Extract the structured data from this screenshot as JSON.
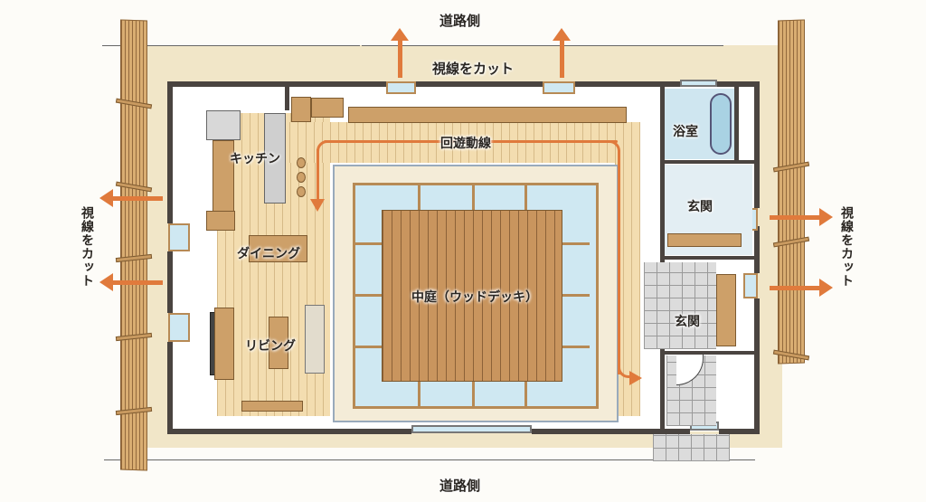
{
  "diagram": {
    "type": "floor-plan",
    "labels": {
      "road_side_top": "道路側",
      "road_side_bottom": "道路側",
      "cut_sightline_top": "視線をカット",
      "cut_sightline_left": "視線をカット",
      "cut_sightline_right": "視線をカット",
      "circulation": "回遊動線",
      "kitchen": "キッチン",
      "dining": "ダイニング",
      "living": "リビング",
      "courtyard": "中庭（ウッドデッキ）",
      "bathroom": "浴室",
      "entrance_upper": "玄関",
      "entrance_lower": "玄関"
    },
    "colors": {
      "arrow": "#e07a3c",
      "wall": "#4a4440",
      "wood_floor": "#f3ddb0",
      "deck": "#c9955e",
      "glass": "#cfe8f2",
      "site": "#f1e6c8"
    },
    "arrows": [
      {
        "id": "top-left",
        "direction": "up"
      },
      {
        "id": "top-right",
        "direction": "up"
      },
      {
        "id": "left-upper",
        "direction": "left"
      },
      {
        "id": "left-lower",
        "direction": "left"
      },
      {
        "id": "right-upper",
        "direction": "right"
      },
      {
        "id": "right-lower",
        "direction": "right"
      },
      {
        "id": "circulation-path",
        "direction": "loop"
      }
    ]
  }
}
